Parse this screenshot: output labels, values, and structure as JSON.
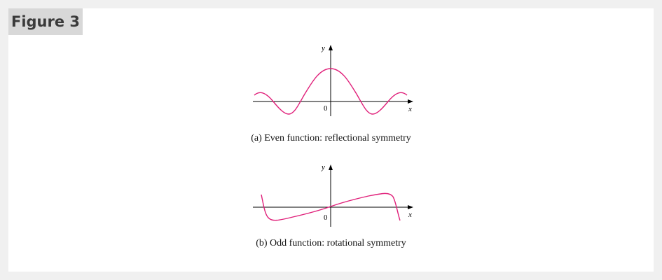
{
  "figure_label": "Figure 3",
  "graph_a": {
    "caption": "(a) Even function: reflectional symmetry",
    "y_label": "y",
    "x_label": "x",
    "origin_label": "0"
  },
  "graph_b": {
    "caption": "(b) Odd function: rotational symmetry",
    "y_label": "y",
    "x_label": "x",
    "origin_label": "0"
  },
  "colors": {
    "curve": "#e0207a",
    "figure_label_bg": "#d8d8d8",
    "page_bg": "#f0f0f0"
  }
}
